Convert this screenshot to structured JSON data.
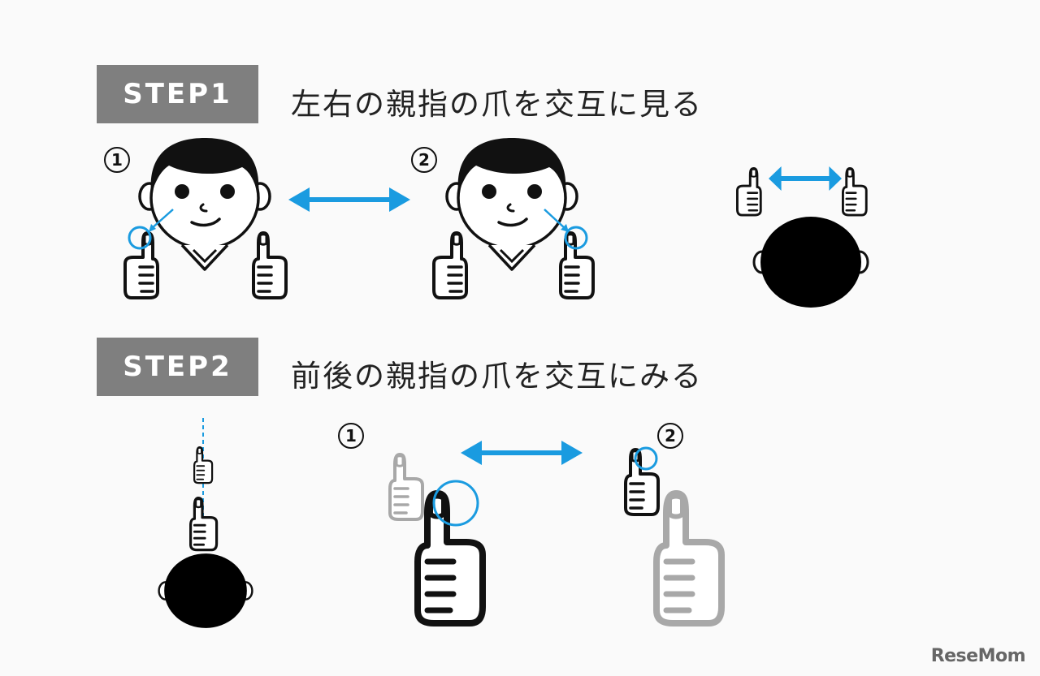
{
  "step1": {
    "badge": "STEP1",
    "heading": "左右の親指の爪を交互に見る",
    "fig1_num": "1",
    "fig2_num": "2"
  },
  "step2": {
    "badge": "STEP2",
    "heading": "前後の親指の爪を交互にみる",
    "fig1_num": "1",
    "fig2_num": "2"
  },
  "logo": "ReseMom",
  "colors": {
    "badge_bg": "#7f7f7f",
    "accent_blue": "#1a9be0",
    "ink": "#111111",
    "faded": "#a8a8a8"
  },
  "icons": [
    "boy-face-icon",
    "thumbs-up-icon",
    "head-top-view-icon",
    "double-arrow-icon",
    "focus-circle-icon"
  ]
}
